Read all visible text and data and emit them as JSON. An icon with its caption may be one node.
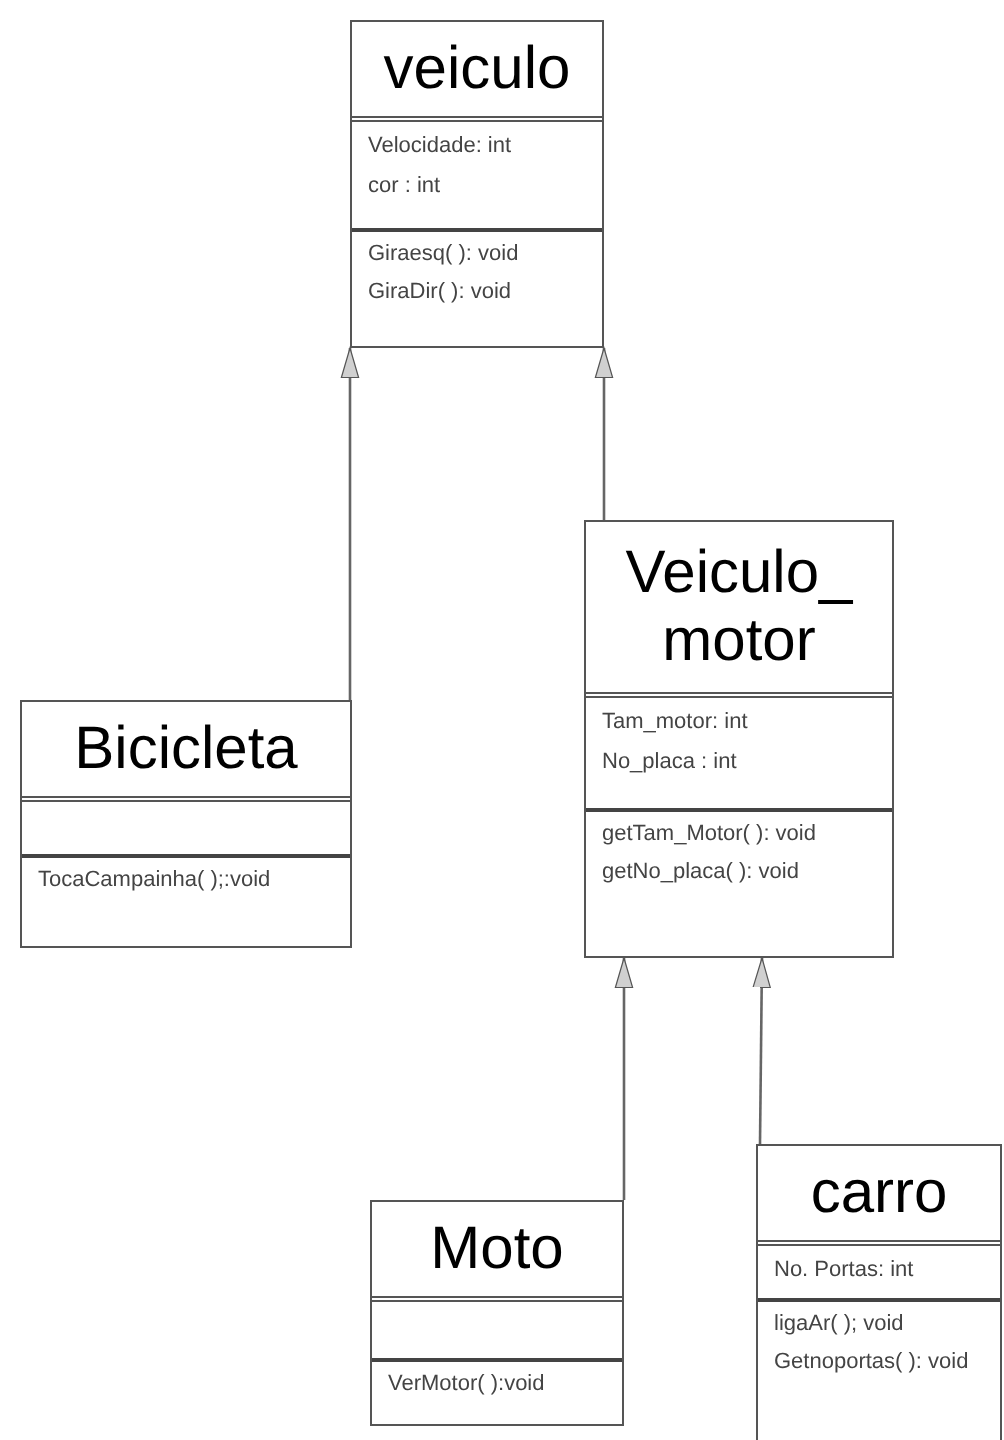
{
  "diagram": {
    "nodes": [
      {
        "text": [
          "veiculo",
          "Velocidade: int",
          "cor : int",
          "Giraesq( ): void",
          "GiraDir( ): void"
        ]
      },
      {
        "text": [
          "Bicicleta",
          "TocaCampainha( );:void"
        ]
      },
      {
        "text": [
          "Veiculo_ motor",
          "Tam_motor: int",
          "No_placa : int",
          "getTam_Motor( ): void",
          "getNo_placa( ): void"
        ]
      },
      {
        "text": [
          "Moto",
          "VerMotor( ):void"
        ]
      },
      {
        "text": [
          "carro",
          "No. Portas: int",
          "ligaAr( ); void",
          "Getnoportas( ): void"
        ]
      }
    ],
    "edges": [
      {
        "from": 1,
        "to": 0,
        "arrow": "to"
      },
      {
        "from": 2,
        "to": 0,
        "arrow": "to"
      },
      {
        "from": 3,
        "to": 2,
        "arrow": "to"
      },
      {
        "from": 4,
        "to": 2,
        "arrow": "to"
      }
    ]
  }
}
